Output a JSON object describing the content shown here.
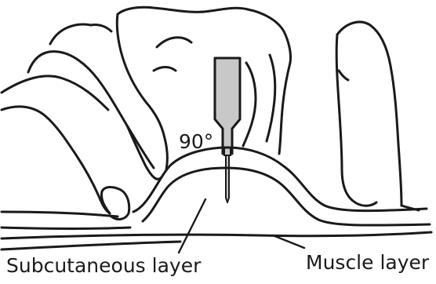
{
  "labels": {
    "angle": "90°",
    "subcutaneous": "Subcutaneous layer",
    "muscle": "Muscle layer"
  },
  "colors": {
    "ink": "#1a1a1a",
    "syringe_fill": "#c8c8c8",
    "background": "#ffffff"
  }
}
